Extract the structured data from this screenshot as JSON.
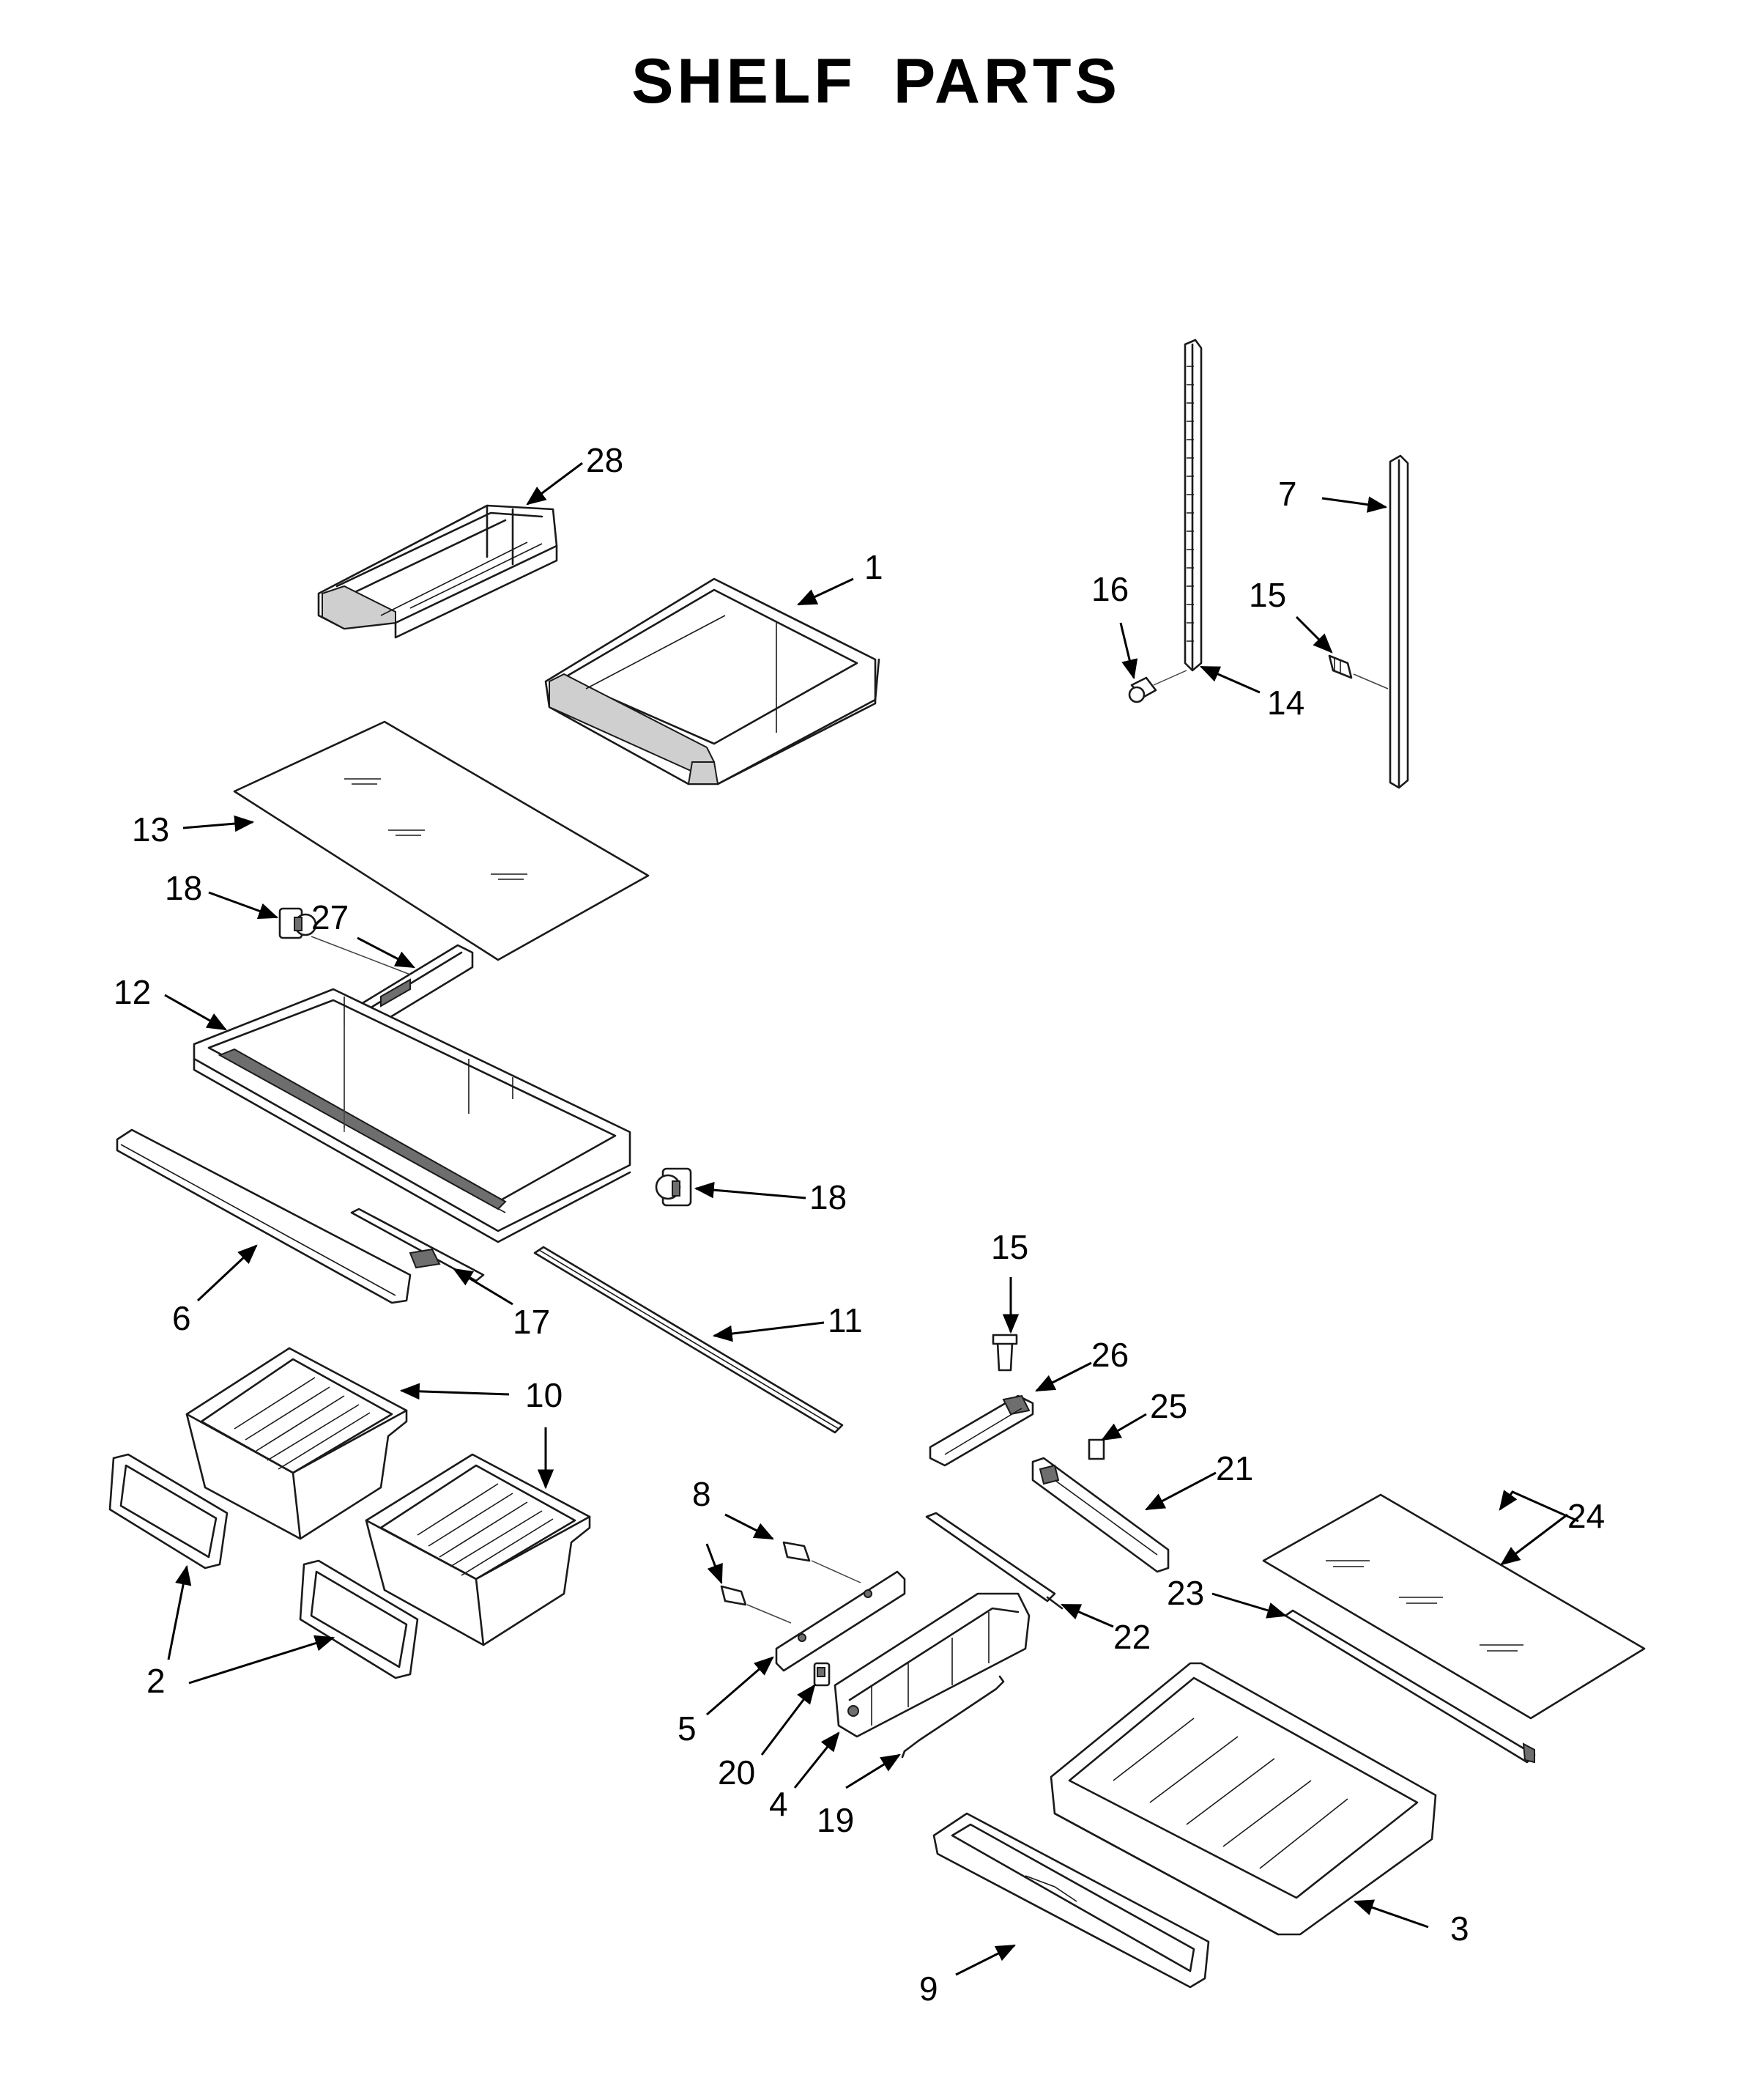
{
  "title": "SHELF PARTS",
  "callouts": {
    "c1": "1",
    "c2": "2",
    "c3": "3",
    "c4": "4",
    "c5": "5",
    "c6": "6",
    "c7": "7",
    "c8a": "8",
    "c9": "9",
    "c10": "10",
    "c11": "11",
    "c12": "12",
    "c13": "13",
    "c14": "14",
    "c15a": "15",
    "c15b": "15",
    "c16": "16",
    "c17": "17",
    "c18a": "18",
    "c18b": "18",
    "c19": "19",
    "c20": "20",
    "c21": "21",
    "c22": "22",
    "c23": "23",
    "c24": "24",
    "c25": "25",
    "c26": "26",
    "c27": "27",
    "c28": "28"
  }
}
